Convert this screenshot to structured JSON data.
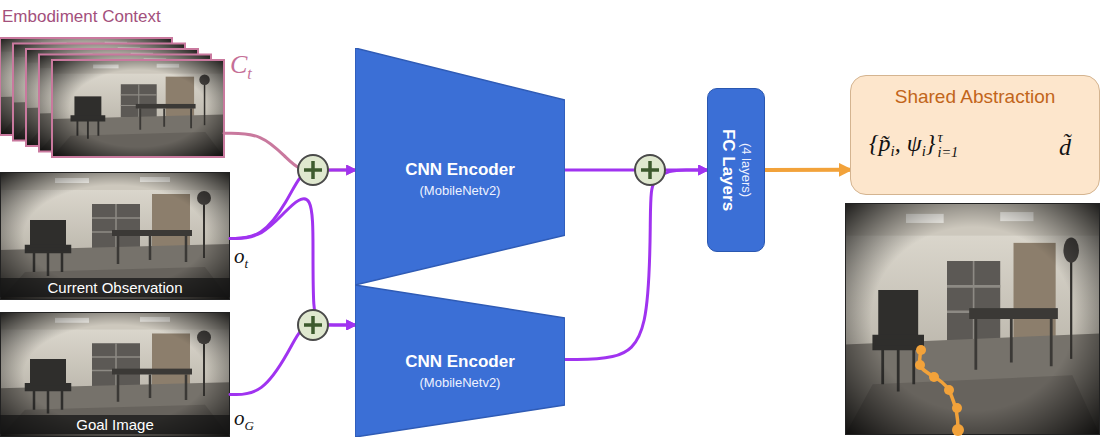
{
  "diagram": {
    "nodes": [
      {
        "text": [
          "Embodiment Context",
          "Ct"
        ]
      },
      {
        "text": [
          "Current Observation",
          "ot"
        ]
      },
      {
        "text": [
          "Goal Image",
          "oG"
        ]
      },
      {
        "text": [
          "CNN Encoder",
          "(MobileNetv2)"
        ]
      },
      {
        "text": [
          "CNN Encoder",
          "(MobileNetv2)"
        ]
      },
      {
        "text": [
          "FC Layers",
          "(4 layers)"
        ]
      },
      {
        "text": [
          "Shared Abstraction",
          "{p̃i, ψi}τi=1",
          "d̃"
        ]
      }
    ],
    "edges": [
      {
        "from": 0,
        "to": 3,
        "arrow": "to"
      },
      {
        "from": 1,
        "to": 3,
        "arrow": "to"
      },
      {
        "from": 1,
        "to": 4,
        "arrow": "to"
      },
      {
        "from": 2,
        "to": 4,
        "arrow": "to"
      },
      {
        "from": 3,
        "to": 5,
        "arrow": "to"
      },
      {
        "from": 4,
        "to": 5,
        "arrow": "to"
      },
      {
        "from": 5,
        "to": 6,
        "arrow": "to"
      }
    ]
  }
}
